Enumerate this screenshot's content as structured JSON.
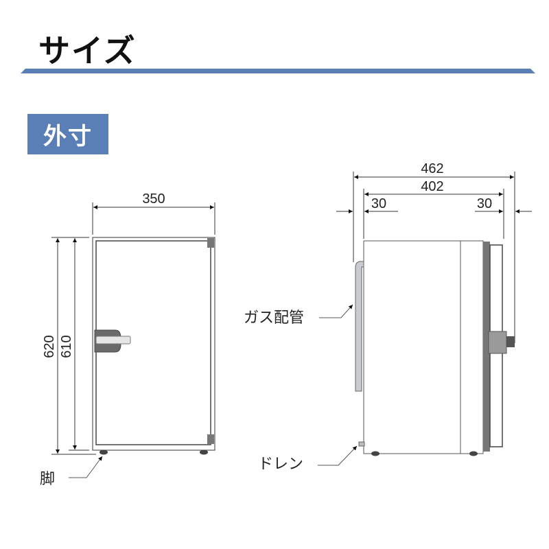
{
  "header": {
    "title": "サイズ",
    "accent_color": "#5a7fb6"
  },
  "section": {
    "badge": "外寸"
  },
  "front_view": {
    "width": "350",
    "height_total": "620",
    "height_body": "610",
    "leg_label": "脚"
  },
  "side_view": {
    "depth_total": "462",
    "depth_body": "402",
    "left_offset": "30",
    "right_offset": "30",
    "gas_pipe_label": "ガス配管",
    "drain_label": "ドレン"
  }
}
